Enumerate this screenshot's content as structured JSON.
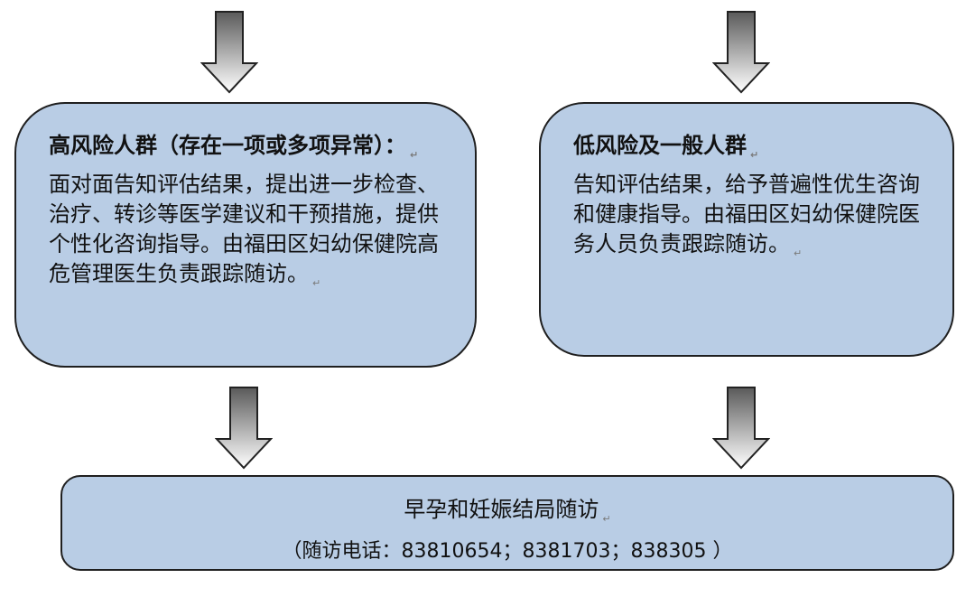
{
  "high_risk": {
    "title": "高风险人群（存在一项或多项异常）：",
    "body": "面对面告知评估结果，提出进一步检查、治疗、转诊等医学建议和干预措施，提供个性化咨询指导。由福田区妇幼保健院高危管理医生负责跟踪随访。"
  },
  "low_risk": {
    "title": "低风险及一般人群",
    "body": "告知评估结果，给予普遍性优生咨询和健康指导。由福田区妇幼保健院医务人员负责跟踪随访。"
  },
  "followup": {
    "title": "早孕和妊娠结局随访",
    "phones": "（随访电话：83810654；8381703；838305 ）"
  },
  "colors": {
    "box_fill": "#b9cde5",
    "box_border": "#1f1f1f",
    "arrow_dark": "#5a5a5a",
    "arrow_light": "#ffffff"
  },
  "icons": {
    "arrow": "down-arrow-icon",
    "paragraph_mark": "↵"
  }
}
